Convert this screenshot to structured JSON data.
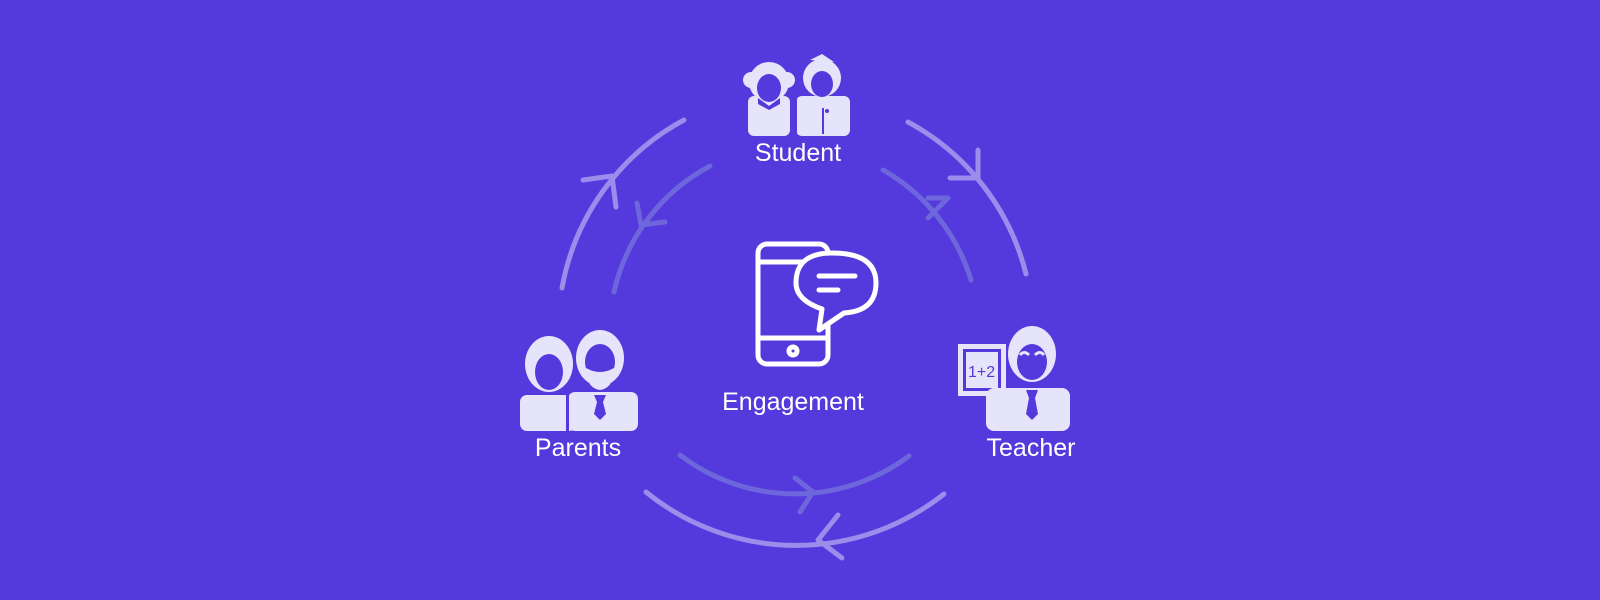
{
  "colors": {
    "background": "#5439DC",
    "icon_fill": "#E6E4FA",
    "outer_arc": "#9C8CEC",
    "inner_arc": "#6E66DC",
    "icon_stroke": "#FFFFFF"
  },
  "nodes": {
    "student": {
      "label": "Student",
      "icon": "students-icon"
    },
    "center": {
      "label": "Engagement",
      "icon": "phone-chat-icon"
    },
    "parents": {
      "label": "Parents",
      "icon": "parents-icon"
    },
    "teacher": {
      "label": "Teacher",
      "icon": "teacher-icon",
      "board_text": "1+2"
    }
  },
  "cycle": {
    "outer_direction": "clockwise",
    "inner_direction": "counter-clockwise"
  }
}
